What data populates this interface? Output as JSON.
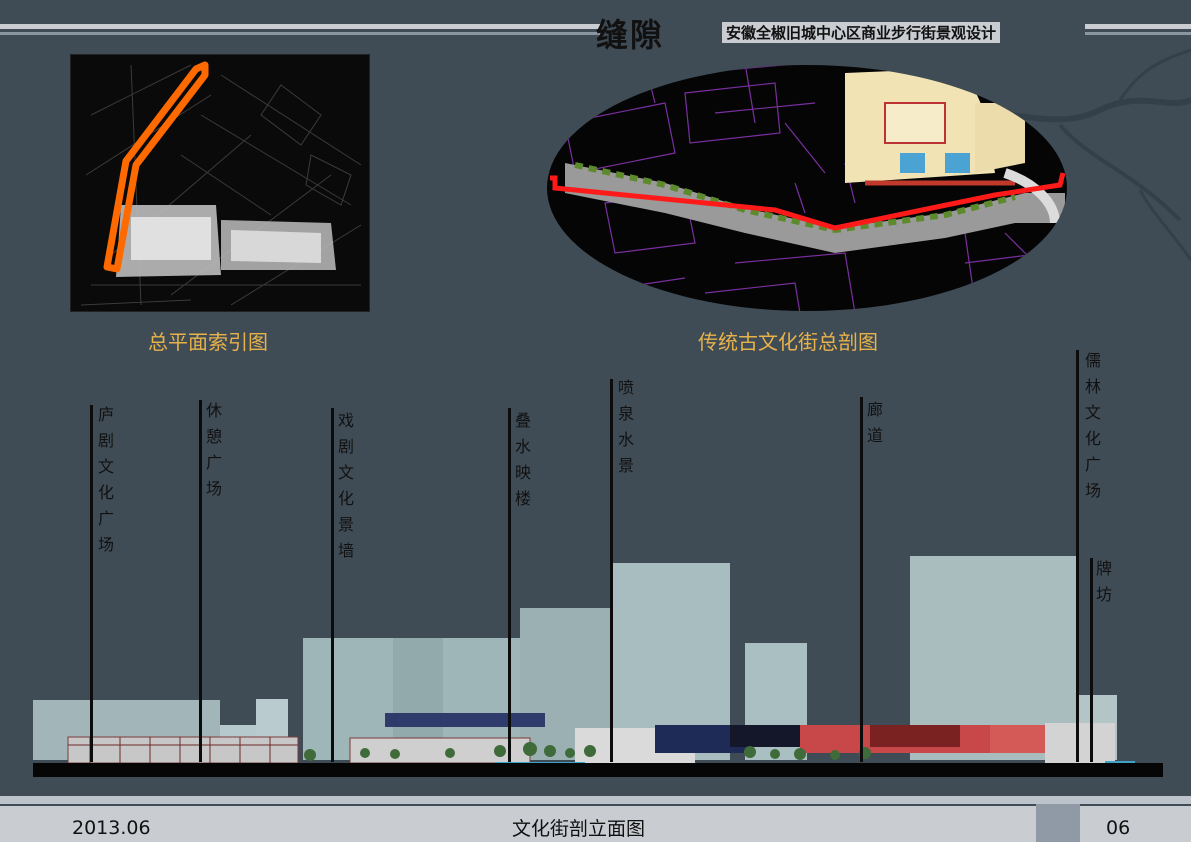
{
  "header": {
    "logo": "缝隙",
    "subtitle": "安徽全椒旧城中心区商业步行街景观设计"
  },
  "captions": {
    "plan_index": "总平面索引图",
    "section_plan": "传统古文化街总剖图"
  },
  "elevation_labels": [
    {
      "text": "庐剧文化广场"
    },
    {
      "text": "休憩广场"
    },
    {
      "text": "戏剧文化景墙"
    },
    {
      "text": "叠水映楼"
    },
    {
      "text": "喷泉水景"
    },
    {
      "text": "廊道"
    },
    {
      "text": "儒林文化广场"
    },
    {
      "text": "牌坊"
    }
  ],
  "footer": {
    "date": "2013.06",
    "title": "文化街剖立面图",
    "page": "06"
  },
  "colors": {
    "background": "#3f4c56",
    "caption": "#e8b24a",
    "route_highlight": "#ff6a00",
    "section_line": "#ff1a1a"
  }
}
